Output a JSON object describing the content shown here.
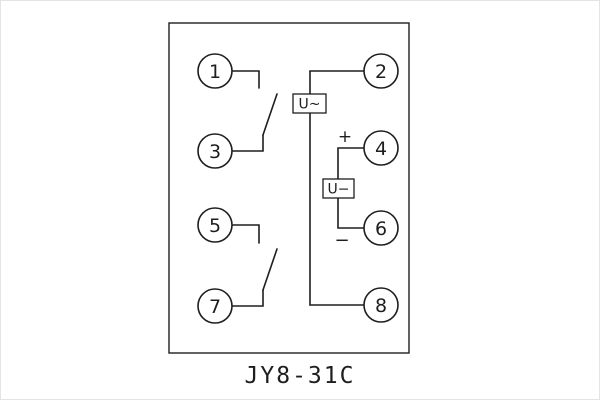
{
  "caption": "JY8-31C",
  "diagram": {
    "terminals": [
      "1",
      "2",
      "3",
      "4",
      "5",
      "6",
      "7",
      "8"
    ],
    "labels": {
      "ac_source": "U~",
      "dc_source": "U−",
      "plus": "+",
      "minus": "−"
    },
    "colors": {
      "line": "#1e1e1e",
      "background": "#ffffff"
    }
  }
}
